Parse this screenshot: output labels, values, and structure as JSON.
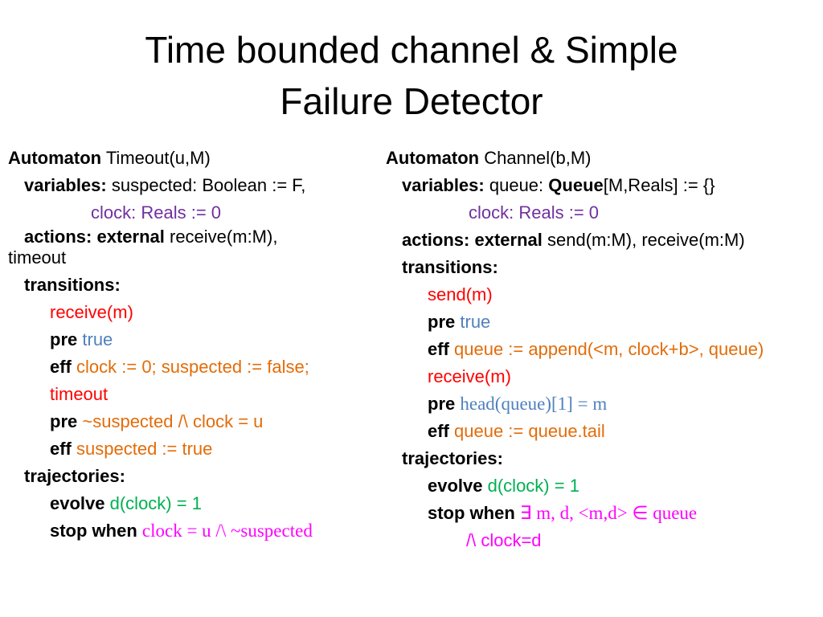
{
  "colors": {
    "purple": "#7030A0",
    "red": "#FF0000",
    "blue": "#4F81BD",
    "orange": "#E36C09",
    "green": "#00B050",
    "magenta": "#FF00FF"
  },
  "title": {
    "line1": "Time bounded channel & Simple",
    "line2": "Failure Detector"
  },
  "left": {
    "automaton_kw": "Automaton",
    "automaton_name": "Timeout(u,M)",
    "variables_kw": "variables:",
    "var1": "suspected: Boolean := F,",
    "var2": "clock: Reals := 0",
    "actions_kw": "actions:",
    "external_kw": "external",
    "actions_text": "receive(m:M),",
    "actions_text2": "timeout",
    "transitions_kw": "transitions:",
    "t1_name": "receive(m)",
    "t1_pre_kw": "pre",
    "t1_pre": "true",
    "t1_eff_kw": "eff",
    "t1_eff": "clock := 0; suspected := false;",
    "t2_name": "timeout",
    "t2_pre_kw": "pre",
    "t2_pre": "~suspected /\\ clock = u",
    "t2_eff_kw": "eff",
    "t2_eff": "suspected := true",
    "trajectories_kw": "trajectories:",
    "evolve_kw": "evolve",
    "evolve": "d(clock) = 1",
    "stop_kw": "stop when",
    "stop": "clock = u /\\ ~suspected"
  },
  "right": {
    "automaton_kw": "Automaton",
    "automaton_name": "Channel(b,M)",
    "variables_kw": "variables:",
    "var1_a": "queue:",
    "var1_queue": "Queue",
    "var1_b": "[M,Reals] := {}",
    "var2": "clock: Reals := 0",
    "actions_kw": "actions:",
    "external_kw": "external",
    "actions_text": "send(m:M), receive(m:M)",
    "transitions_kw": "transitions:",
    "t1_name": "send(m)",
    "t1_pre_kw": "pre",
    "t1_pre": "true",
    "t1_eff_kw": "eff",
    "t1_eff": "queue := append(<m, clock+b>, queue)",
    "t2_name": "receive(m)",
    "t2_pre_kw": "pre",
    "t2_pre": "head(queue)[1] = m",
    "t2_eff_kw": "eff",
    "t2_eff": "queue := queue.tail",
    "trajectories_kw": "trajectories:",
    "evolve_kw": "evolve",
    "evolve": "d(clock) = 1",
    "stop_kw": "stop when",
    "stop": "∃ m, d, <m,d> ∈ queue",
    "stop2": "/\\  clock=d"
  }
}
